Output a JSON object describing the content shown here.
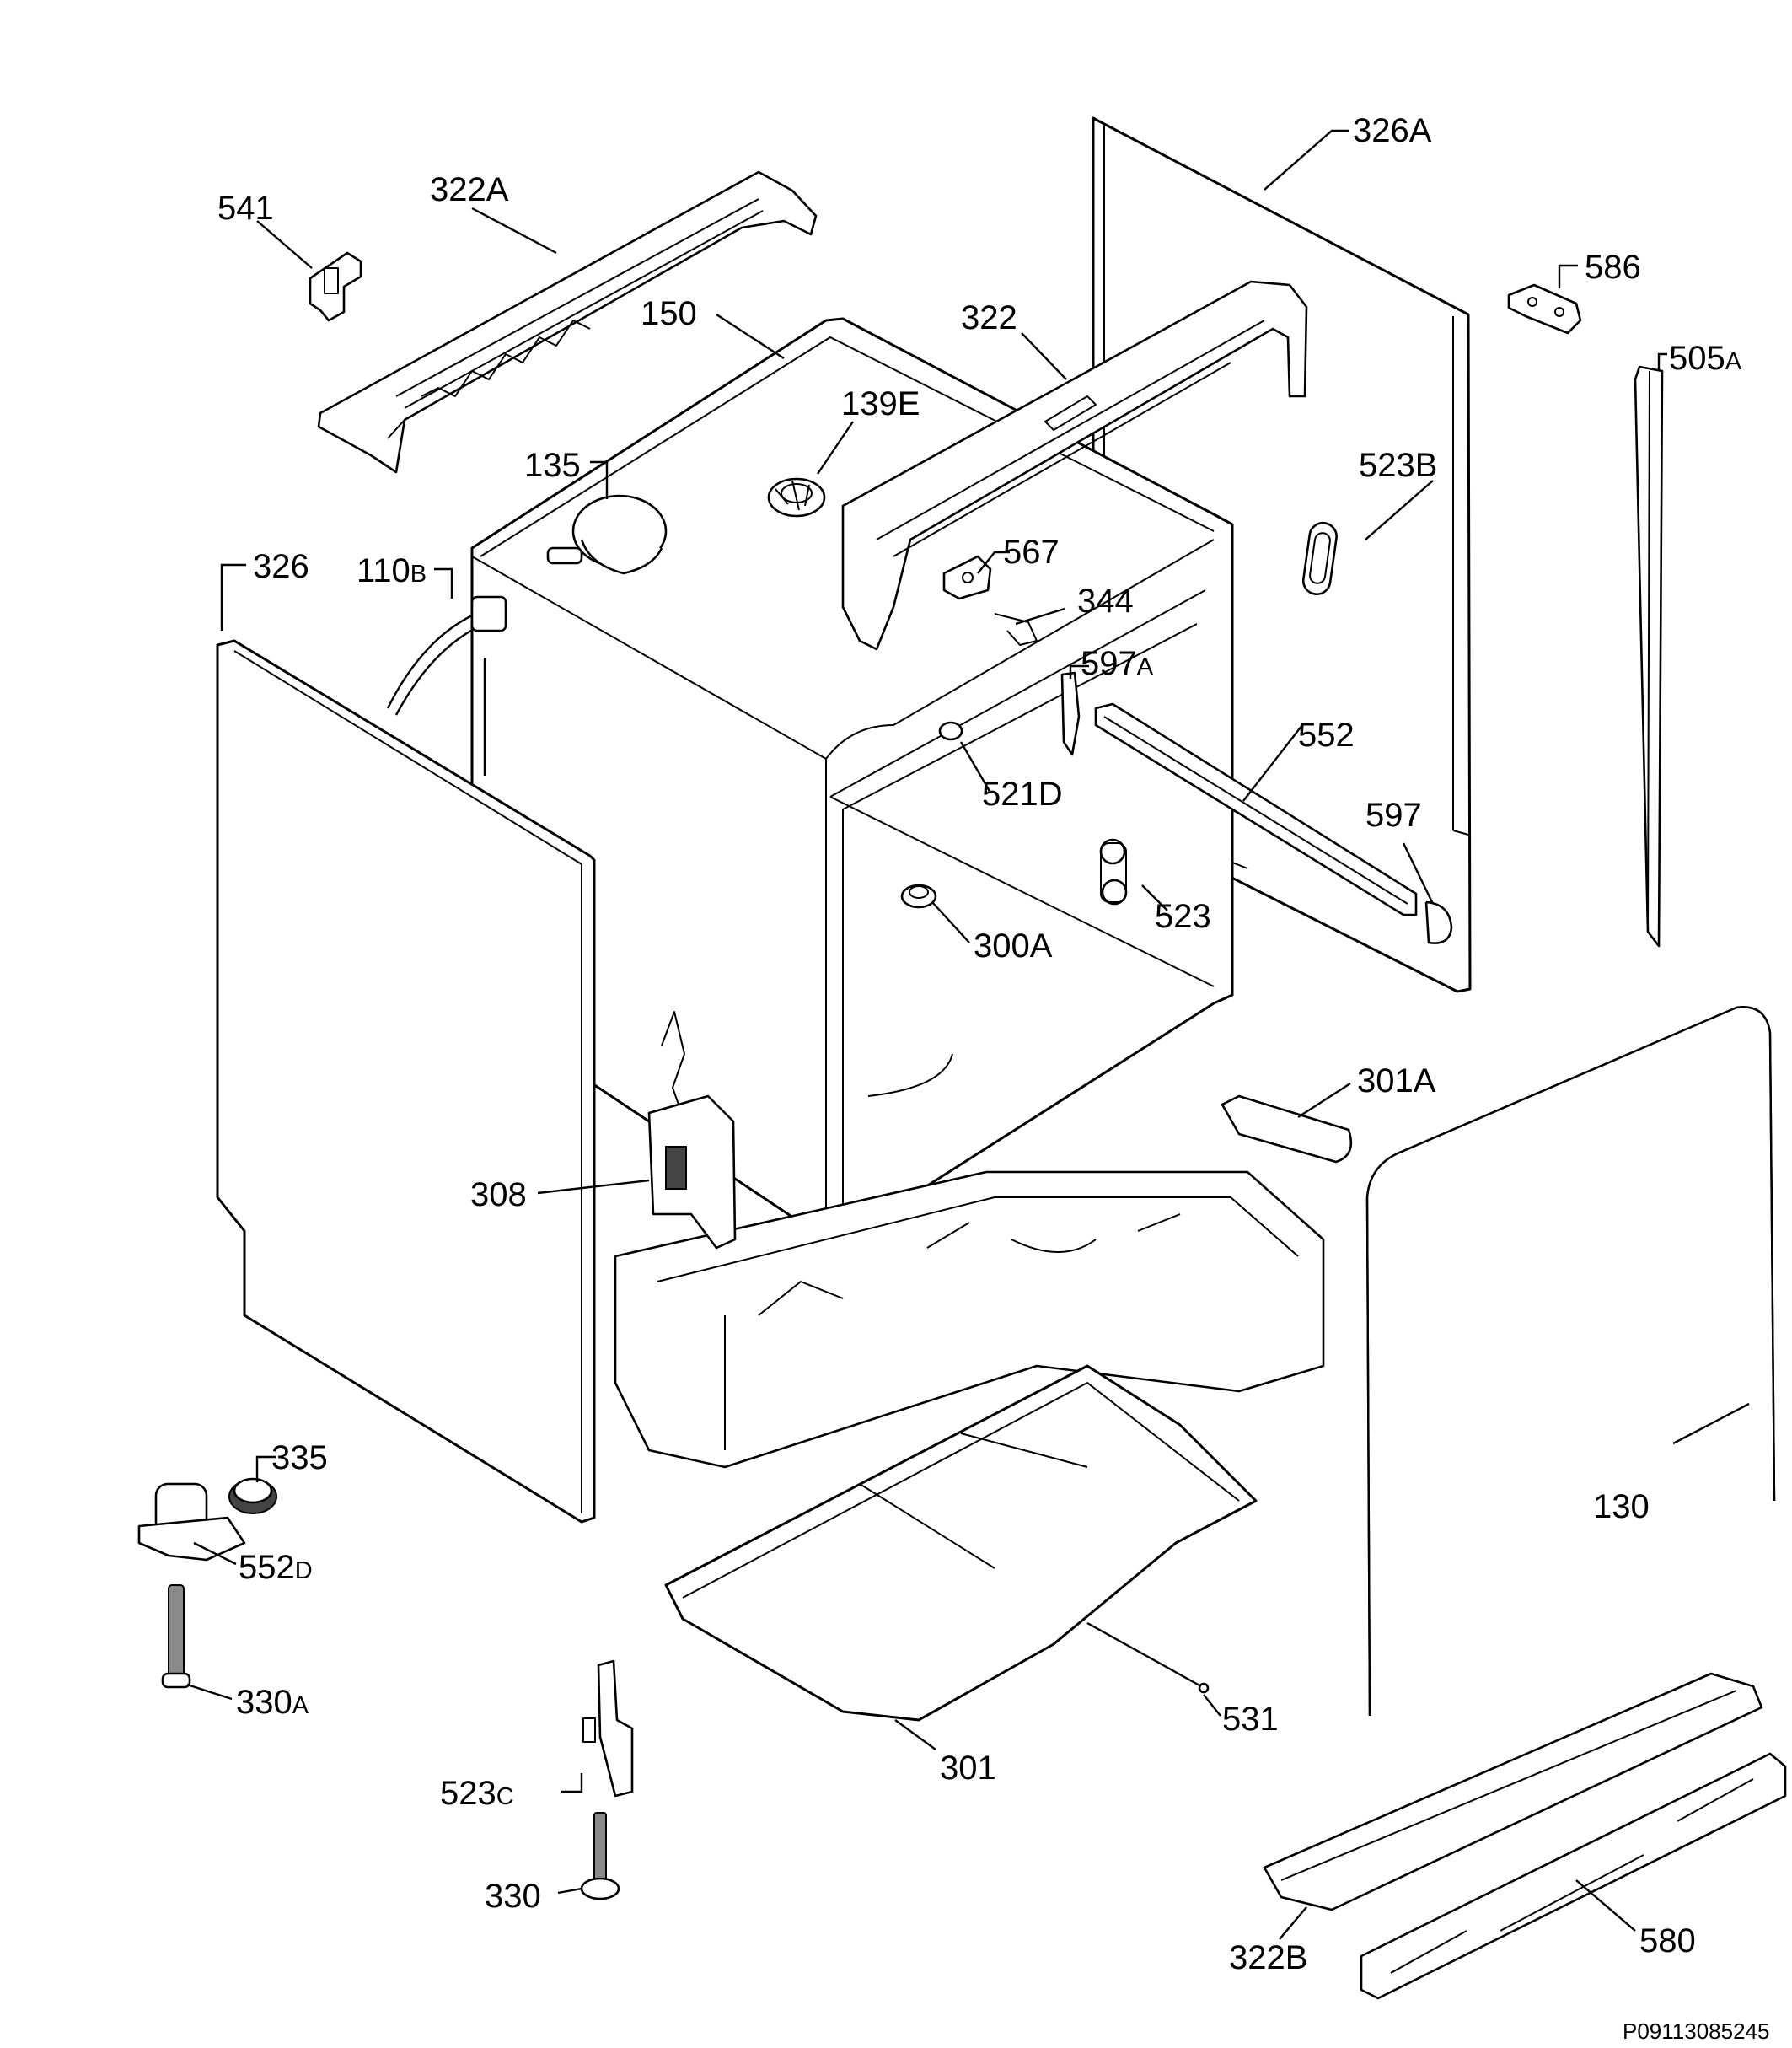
{
  "labels": {
    "l541": "541",
    "l322A": "322A",
    "l326A": "326A",
    "l586": "586",
    "l505A": "505",
    "l505A_sub": "A",
    "l150": "150",
    "l322": "322",
    "l139E": "139E",
    "l135": "135",
    "l523B": "523B",
    "l326": "326",
    "l110B": "110",
    "l110B_sub": "B",
    "l567": "567",
    "l344": "344",
    "l597A": "597",
    "l597A_sub": "A",
    "l552": "552",
    "l521D": "521D",
    "l597": "597",
    "l523": "523",
    "l300A": "300A",
    "l301A": "301A",
    "l308": "308",
    "l130": "130",
    "l335": "335",
    "l552D": "552",
    "l552D_sub": "D",
    "l330A": "330",
    "l330A_sub": "A",
    "l531": "531",
    "l301": "301",
    "l523C": "523",
    "l523C_sub": "C",
    "l330": "330",
    "l322B": "322B",
    "l580": "580"
  },
  "doc_id": "P09113085245"
}
